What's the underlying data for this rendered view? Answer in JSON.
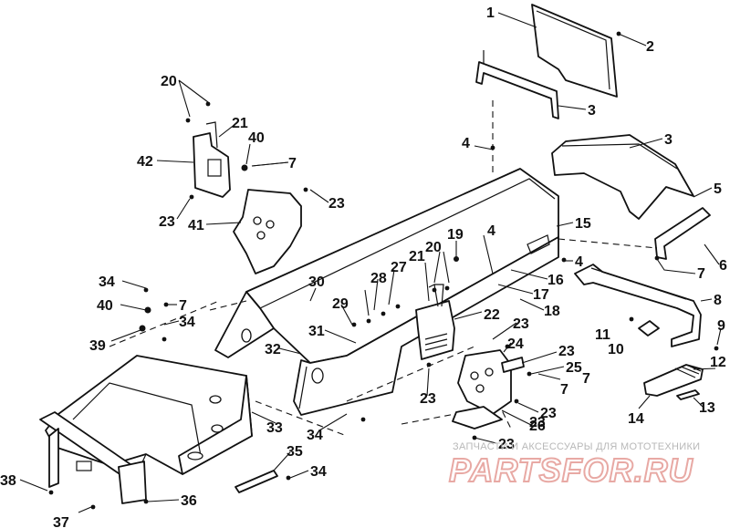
{
  "callouts": [
    "1",
    "2",
    "3",
    "3",
    "4",
    "15",
    "4",
    "4",
    "5",
    "6",
    "7",
    "7",
    "8",
    "9",
    "10",
    "11",
    "12",
    "13",
    "14",
    "16",
    "17",
    "18",
    "19",
    "20",
    "20",
    "21",
    "21",
    "22",
    "23",
    "23",
    "23",
    "23",
    "23",
    "23",
    "23",
    "23",
    "24",
    "25",
    "26",
    "27",
    "28",
    "29",
    "30",
    "31",
    "32",
    "33",
    "34",
    "34",
    "34",
    "34",
    "35",
    "36",
    "37",
    "38",
    "39",
    "40",
    "40",
    "41",
    "42",
    "7",
    "7",
    "7"
  ],
  "watermark": {
    "caption": "ЗАПЧАСТИ И АКСЕССУАРЫ ДЛЯ МОТОТЕХНИКИ",
    "logo": "PARTSFOR.RU"
  }
}
